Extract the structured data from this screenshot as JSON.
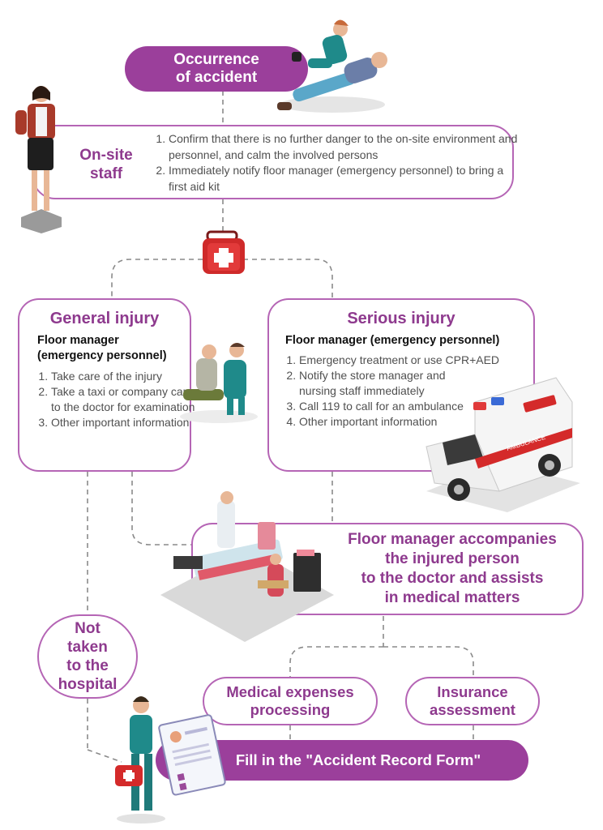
{
  "colors": {
    "accent": "#9b3f9b",
    "border": "#b565b5",
    "text": "#505050"
  },
  "occurrence": {
    "line1": "Occurrence",
    "line2": "of accident"
  },
  "onsite": {
    "label_line1": "On-site",
    "label_line2": "staff",
    "items": [
      "Confirm that there is no further danger to the on-site environment and personnel, and calm the involved persons",
      "Immediately notify floor manager (emergency personnel) to bring a first aid kit"
    ]
  },
  "general": {
    "title": "General injury",
    "subtitle": "Floor manager (emergency personnel)",
    "items": [
      "Take care of the injury",
      "Take a taxi or company car to the doctor for examination",
      "Other important information"
    ]
  },
  "serious": {
    "title": "Serious injury",
    "subtitle": "Floor manager (emergency personnel)",
    "items": [
      "Emergency treatment or use CPR+AED",
      "Notify the store manager and nursing staff immediately",
      "Call 119 to call for an ambulance",
      "Other important information"
    ]
  },
  "accompany": {
    "lines": [
      "Floor manager accompanies",
      "the injured person",
      "to the doctor and assists",
      "in medical matters"
    ]
  },
  "not_taken": {
    "lines": [
      "Not",
      "taken",
      "to the",
      "hospital"
    ]
  },
  "medical": {
    "line1": "Medical expenses",
    "line2": "processing"
  },
  "insurance": {
    "line1": "Insurance",
    "line2": "assessment"
  },
  "fill": {
    "label": "Fill in the \"Accident Record Form\""
  },
  "ambulance_text": "AMBULANCE"
}
